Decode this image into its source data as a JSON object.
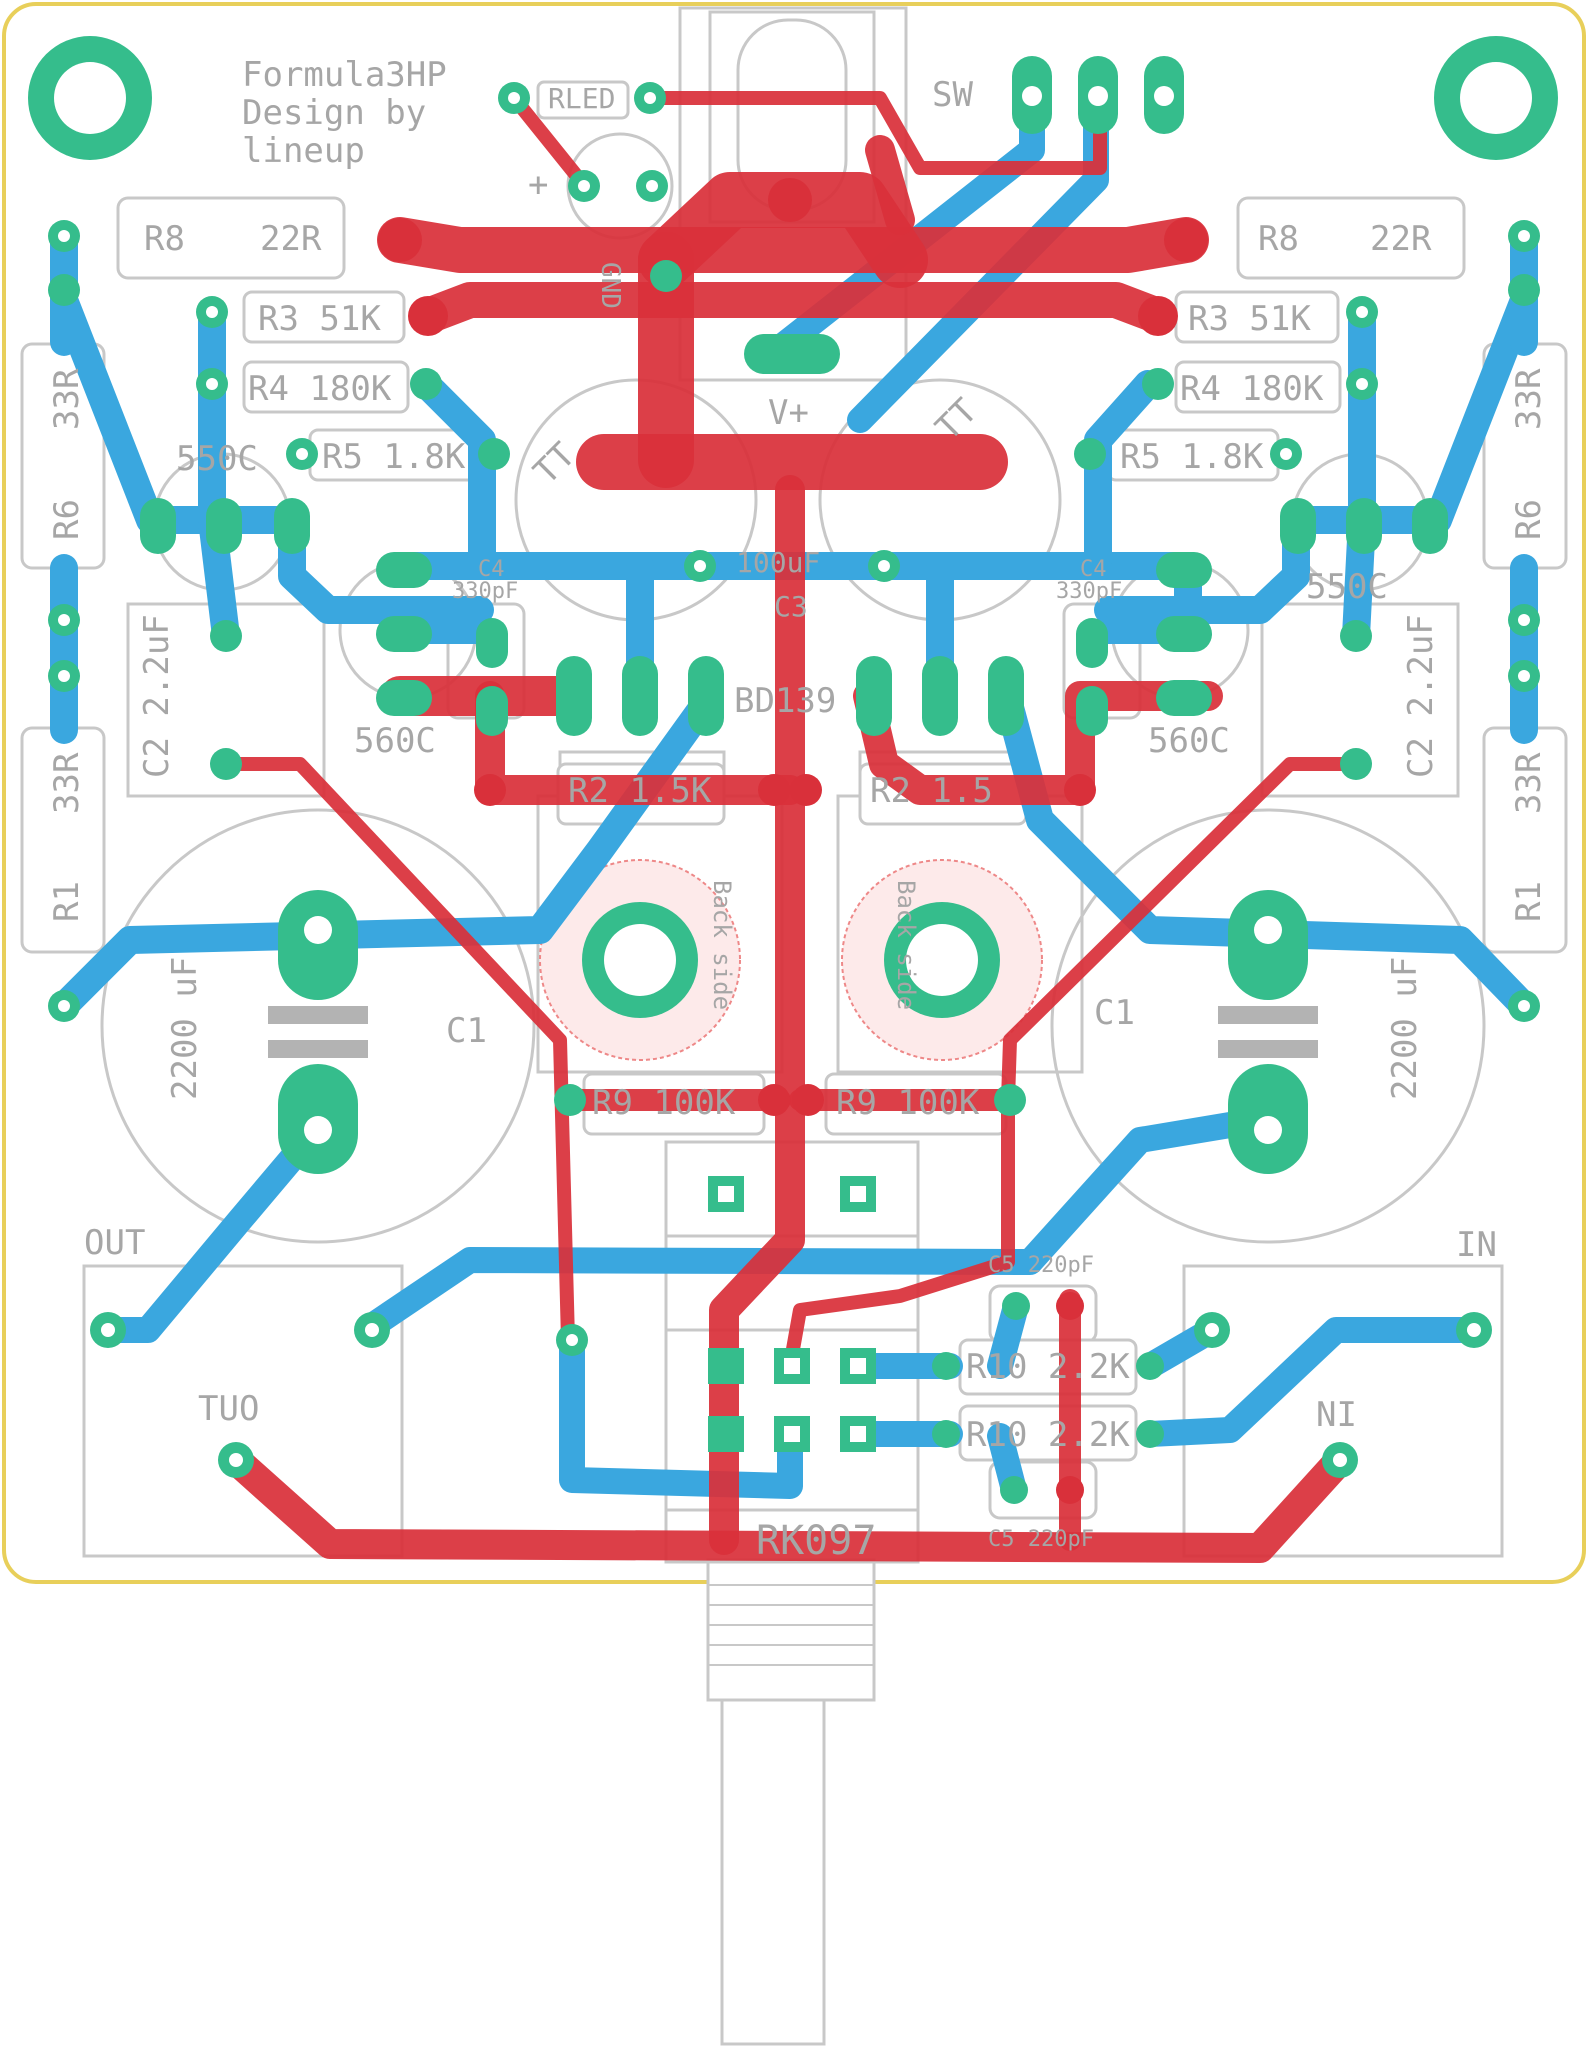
{
  "board": {
    "title_lines": [
      "Formula3HP",
      "Design by",
      "lineup"
    ],
    "colors": {
      "outline": "#e8cf5a",
      "top_copper": "#d9303a",
      "bottom_copper": "#3aa7df",
      "pads": "#35bd8c",
      "silkscreen": "#a6a6a6"
    }
  },
  "labels": {
    "rled": "RLED",
    "plus": "+",
    "gnd": "GND",
    "sw": "SW",
    "vplus": "V+",
    "tt_left": "TT",
    "tt_right": "TT",
    "cap_100uf": "100uF",
    "c3": "C3",
    "bd139": "BD139",
    "out": "OUT",
    "out_mirror": "TUO",
    "in": "IN",
    "in_mirror": "NI",
    "rk097": "RK097",
    "back_side_left": "Back side",
    "back_side_right": "Back side"
  },
  "left": {
    "r8": "R8",
    "r8_val": "22R",
    "r3": "R3 51K",
    "r4": "R4 180K",
    "r5": "R5 1.8K",
    "q550": "550C",
    "q560": "560C",
    "r6": "R6",
    "r6_val": "33R",
    "c2": "C2 2.2uF",
    "c4": "C4",
    "c4_val": "330pF",
    "r1": "R1",
    "r1_val": "33R",
    "c1": "C1",
    "c1_val": "2200 uF",
    "r2": "R2 1.5K",
    "r9": "R9 100K"
  },
  "right": {
    "r8": "R8",
    "r8_val": "22R",
    "r3": "R3 51K",
    "r4": "R4 180K",
    "r5": "R5 1.8K",
    "q550": "550C",
    "q560": "560C",
    "r6": "R6",
    "r6_val": "33R",
    "c2": "C2 2.2uF",
    "c4": "C4",
    "c4_val": "330pF",
    "r1": "R1",
    "r1_val": "33R",
    "c1": "C1",
    "c1_val": "2200 uF",
    "r2": "R2 1.5",
    "r9": "R9 100K"
  },
  "input": {
    "c5_top": "C5 220pF",
    "c5_bottom": "C5 220pF",
    "r10_top": "R10 2.2K",
    "r10_bottom": "R10 2.2K"
  }
}
